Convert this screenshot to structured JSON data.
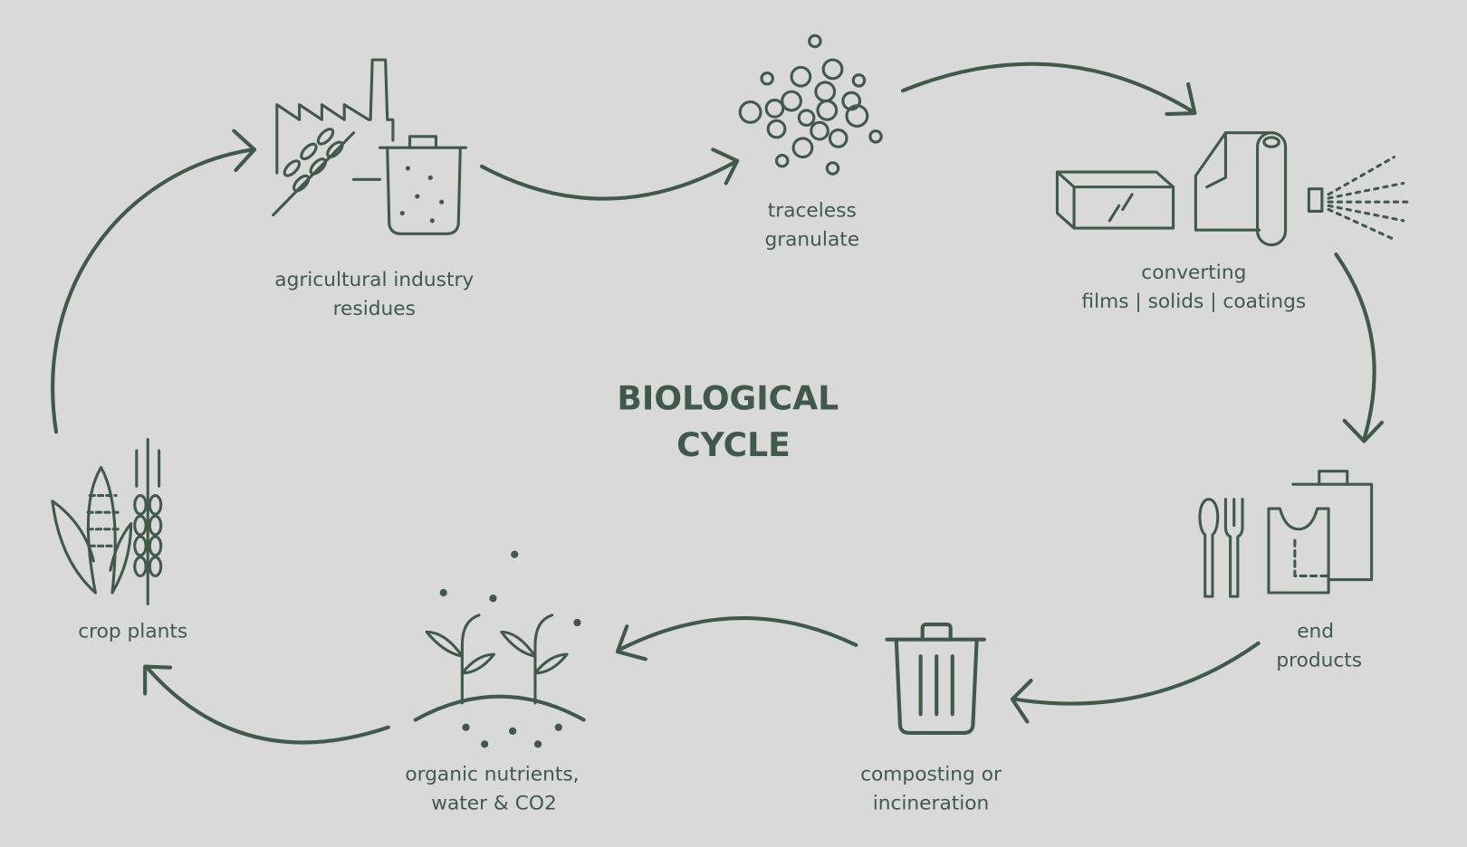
{
  "title": {
    "lines": [
      "BIOLOGICAL",
      "CYCLE"
    ]
  },
  "colors": {
    "background": "#d9d9d9",
    "ink": "#3f5a4b"
  },
  "stages": [
    {
      "id": "agricultural-residues",
      "icon": "factory-wheat-bin-icon",
      "lines": [
        "agricultural industry",
        "residues"
      ]
    },
    {
      "id": "granulate",
      "icon": "granulate-icon",
      "lines": [
        "traceless",
        "granulate"
      ]
    },
    {
      "id": "converting",
      "icon": "films-solids-coatings-icon",
      "lines": [
        "converting",
        "films | solids | coatings"
      ]
    },
    {
      "id": "end-products",
      "icon": "cutlery-bags-icon",
      "lines": [
        "end",
        "products"
      ]
    },
    {
      "id": "composting",
      "icon": "trash-bin-icon",
      "lines": [
        "composting or",
        "incineration"
      ]
    },
    {
      "id": "nutrients",
      "icon": "sprouts-soil-icon",
      "lines": [
        "organic nutrients,",
        "water & CO2"
      ]
    },
    {
      "id": "crop-plants",
      "icon": "corn-wheat-icon",
      "lines": [
        "crop plants"
      ]
    }
  ]
}
